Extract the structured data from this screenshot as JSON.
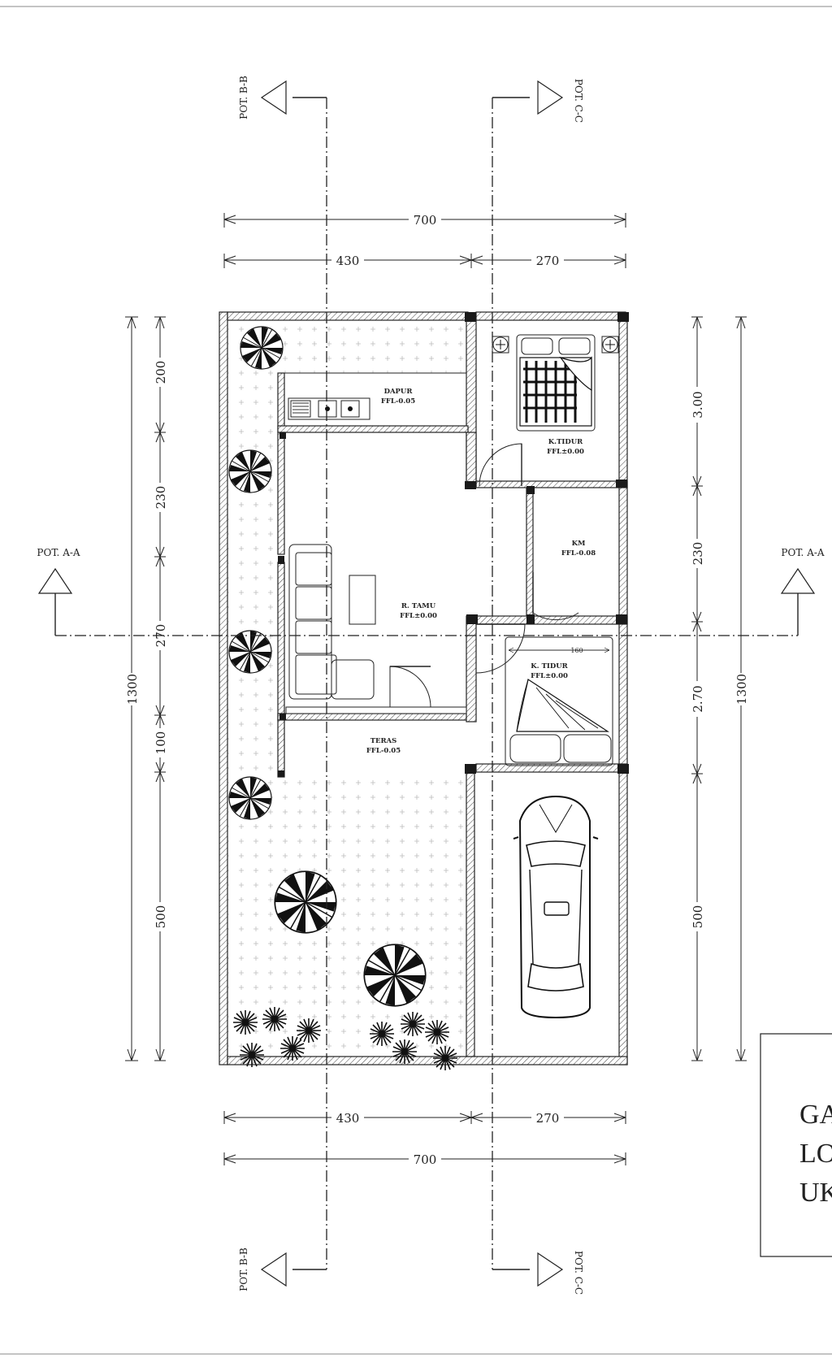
{
  "dimensions": {
    "top_total": "700",
    "top_left": "430",
    "top_right": "270",
    "bottom_left": "430",
    "bottom_right": "270",
    "bottom_total": "700",
    "left_segments": [
      "200",
      "230",
      "270",
      "100",
      "500"
    ],
    "left_total": "1300",
    "right_segments": [
      "3.00",
      "230",
      "2.70",
      "500"
    ],
    "right_total": "1300",
    "bed_width": "160"
  },
  "rooms": {
    "dapur": {
      "name": "DAPUR",
      "level": "FFL-0.05"
    },
    "tidur1": {
      "name": "K.TIDUR",
      "level": "FFL±0.00"
    },
    "km": {
      "name": "KM",
      "level": "FFL-0.08"
    },
    "tamu": {
      "name": "R. TAMU",
      "level": "FFL±0.00"
    },
    "tidur2": {
      "name": "K. TIDUR",
      "level": "FFL±0.00"
    },
    "teras": {
      "name": "TERAS",
      "level": "FFL-0.05"
    }
  },
  "sections": {
    "bb_top": "POT. B-B",
    "cc_top": "POT. C-C",
    "aa_left": "POT. A-A",
    "aa_right": "POT. A-A",
    "bb_bottom": "POT. B-B",
    "cc_bottom": "POT. C-C"
  },
  "title_block": {
    "line1": "GA",
    "line2": "LO",
    "line3": "UK"
  }
}
